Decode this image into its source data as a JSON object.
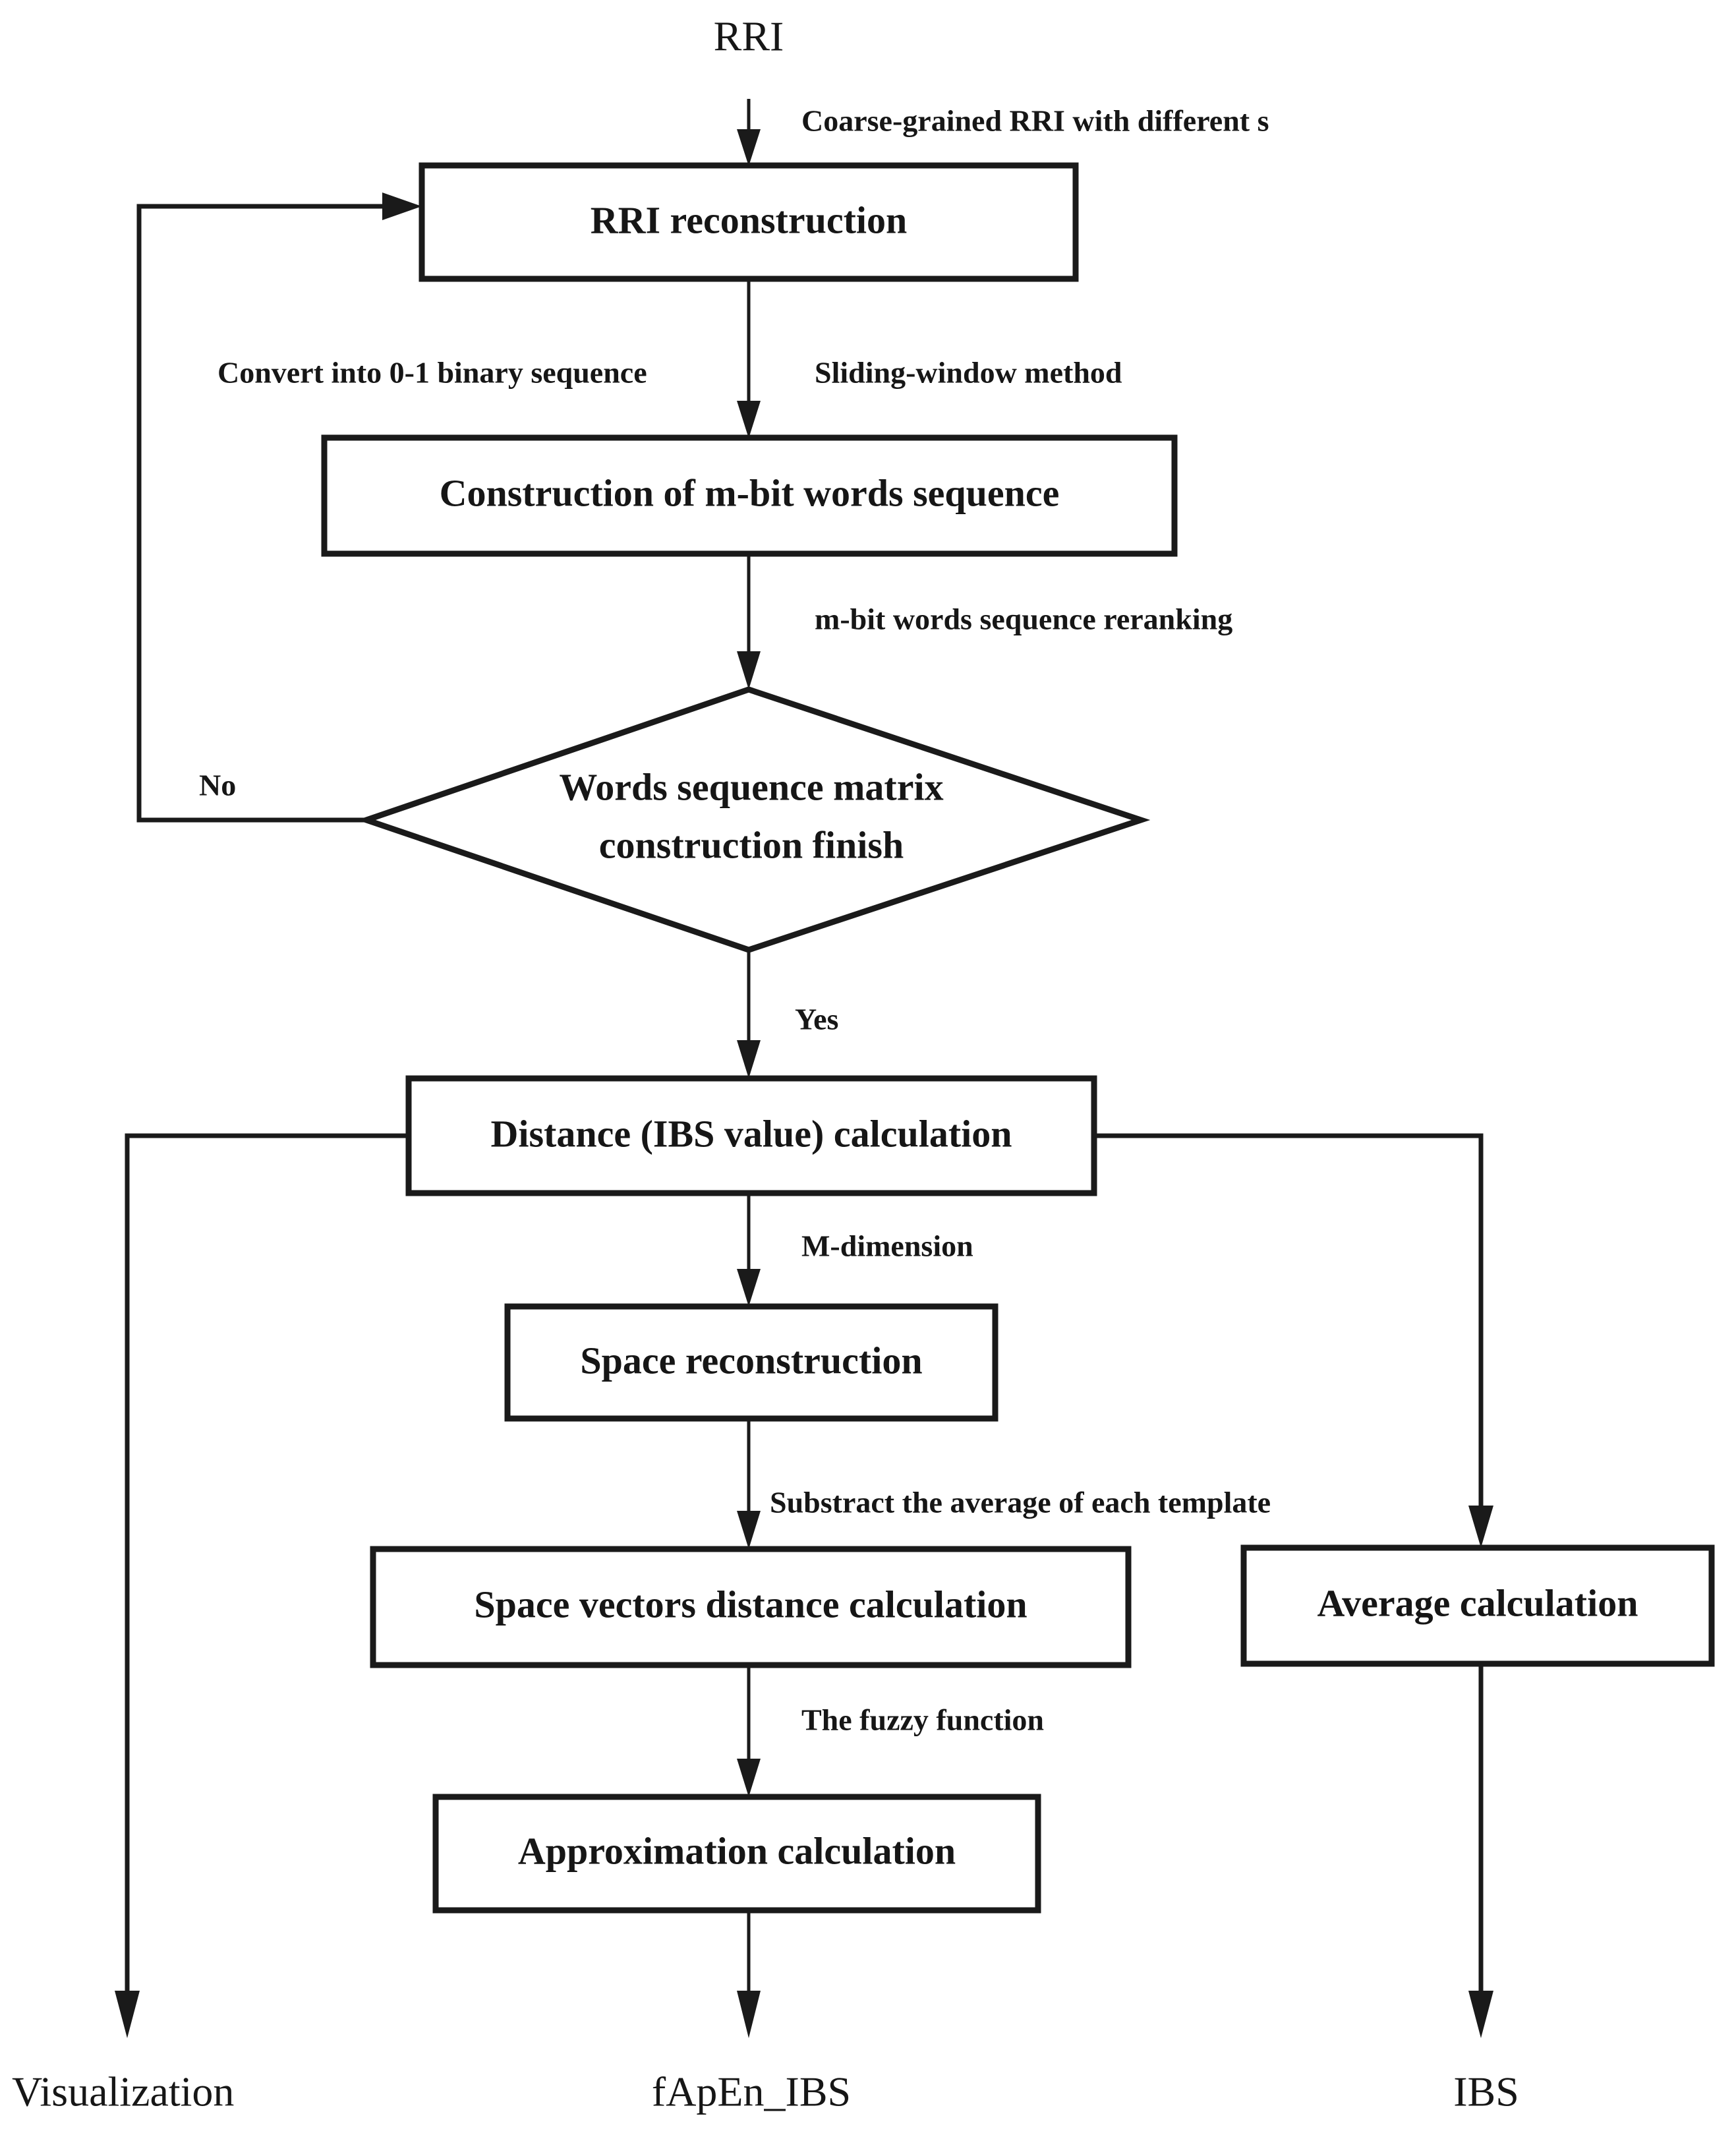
{
  "diagram": {
    "title": "fApEn_IBS computation flowchart",
    "start": {
      "label": "RRI"
    },
    "nodes": [
      {
        "id": "rri-reconstruction",
        "label": "RRI reconstruction",
        "shape": "rect"
      },
      {
        "id": "construction-m-bit-words",
        "label": "Construction of m-bit words sequence",
        "shape": "rect"
      },
      {
        "id": "words-sequence-matrix-decision",
        "label_line1": "Words sequence matrix",
        "label_line2": "construction finish",
        "shape": "diamond"
      },
      {
        "id": "distance-ibs-calculation",
        "label": "Distance (IBS value) calculation",
        "shape": "rect"
      },
      {
        "id": "space-reconstruction",
        "label": "Space reconstruction",
        "shape": "rect"
      },
      {
        "id": "space-vectors-distance-calculation",
        "label": "Space vectors distance calculation",
        "shape": "rect"
      },
      {
        "id": "average-calculation",
        "label": "Average calculation",
        "shape": "rect"
      },
      {
        "id": "approximation-calculation",
        "label": "Approximation calculation",
        "shape": "rect"
      }
    ],
    "edge_labels": [
      {
        "id": "coarse-grained",
        "text": "Coarse-grained RRI with different s"
      },
      {
        "id": "convert-binary",
        "text": "Convert into  0-1 binary sequence"
      },
      {
        "id": "sliding-window",
        "text": "Sliding-window method"
      },
      {
        "id": "reranking",
        "text": "m-bit words sequence reranking"
      },
      {
        "id": "no",
        "text": "No"
      },
      {
        "id": "yes",
        "text": "Yes"
      },
      {
        "id": "m-dimension",
        "text": "M-dimension"
      },
      {
        "id": "substract-average",
        "text": "Substract the average of each template"
      },
      {
        "id": "fuzzy-function",
        "text": "The fuzzy function"
      }
    ],
    "terminals": [
      {
        "id": "visualization",
        "label": "Visualization"
      },
      {
        "id": "fapen-ibs",
        "label": "fApEn_IBS"
      },
      {
        "id": "ibs",
        "label": "IBS"
      }
    ],
    "colors": {
      "stroke": "#1a1a1a",
      "text": "#161616",
      "background": "#ffffff"
    }
  }
}
